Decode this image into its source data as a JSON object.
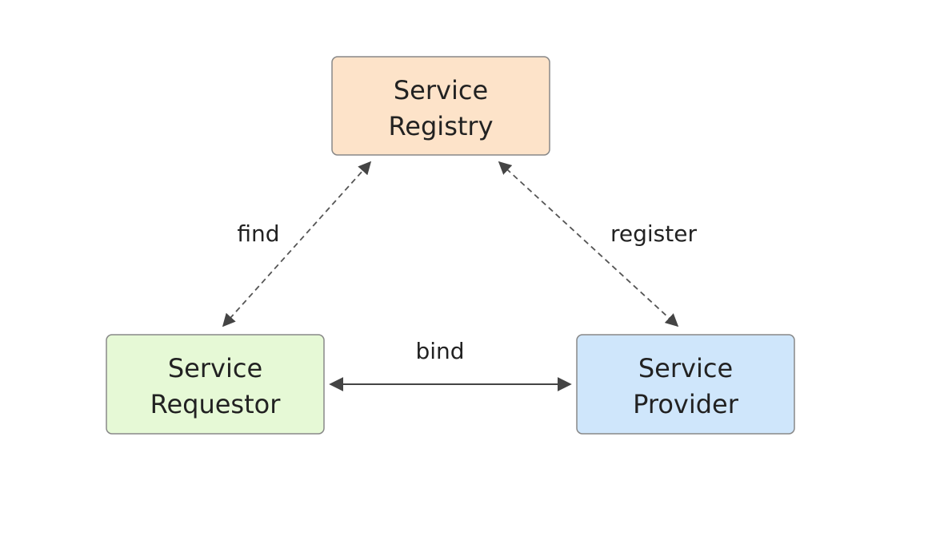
{
  "nodes": {
    "registry": {
      "line1": "Service",
      "line2": "Registry",
      "fill": "#fde3c9"
    },
    "requestor": {
      "line1": "Service",
      "line2": "Requestor",
      "fill": "#e6f9d6"
    },
    "provider": {
      "line1": "Service",
      "line2": "Provider",
      "fill": "#cfe6fb"
    }
  },
  "edges": {
    "find": {
      "label": "find",
      "style": "dashed",
      "direction": "bidirectional"
    },
    "register": {
      "label": "register",
      "style": "dashed",
      "direction": "bidirectional"
    },
    "bind": {
      "label": "bind",
      "style": "solid",
      "direction": "bidirectional"
    }
  },
  "colors": {
    "border": "#888888",
    "edge": "#555555",
    "text": "#222222"
  }
}
